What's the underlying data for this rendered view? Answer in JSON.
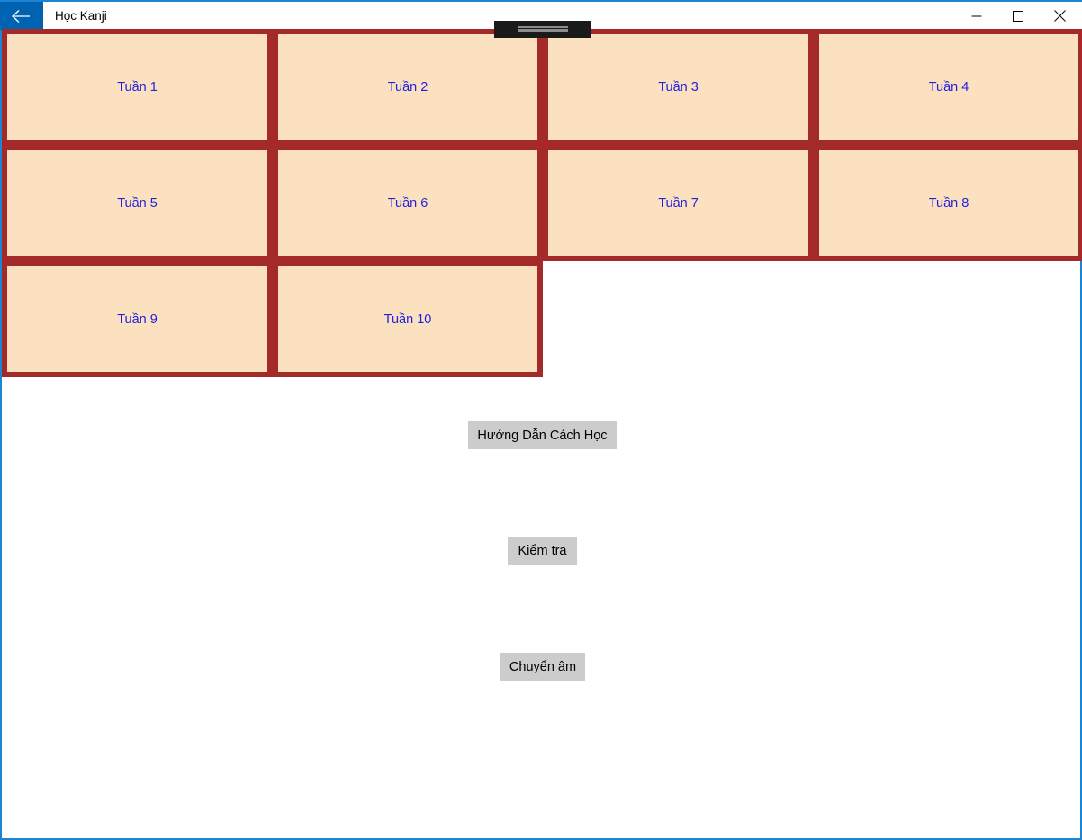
{
  "window": {
    "title": "Học Kanji",
    "back_icon": "back-arrow-icon",
    "minimize_label": "–",
    "maximize_label": "□",
    "close_label": "✕",
    "accent_color": "#0063b1",
    "border_color": "#1b84d4"
  },
  "top_widget": {
    "name": "grip-handle",
    "color": "#1a1a1a",
    "line_color": "#8c8c8c"
  },
  "grid": {
    "cell_fill": "#fce1c0",
    "cell_border": "#a32a28",
    "cell_text_color": "#2222dd",
    "rows": [
      [
        {
          "label": "Tuần 1"
        },
        {
          "label": "Tuần 2"
        },
        {
          "label": "Tuần 3"
        },
        {
          "label": "Tuần 4"
        }
      ],
      [
        {
          "label": "Tuần 5"
        },
        {
          "label": "Tuần 6"
        },
        {
          "label": "Tuần 7"
        },
        {
          "label": "Tuần 8"
        }
      ],
      [
        {
          "label": "Tuần 9"
        },
        {
          "label": "Tuần 10"
        }
      ]
    ]
  },
  "actions": {
    "guide_label": "Hướng Dẫn Cách Học",
    "test_label": "Kiểm tra",
    "transform_label": "Chuyển âm",
    "button_color": "#cccccc"
  }
}
